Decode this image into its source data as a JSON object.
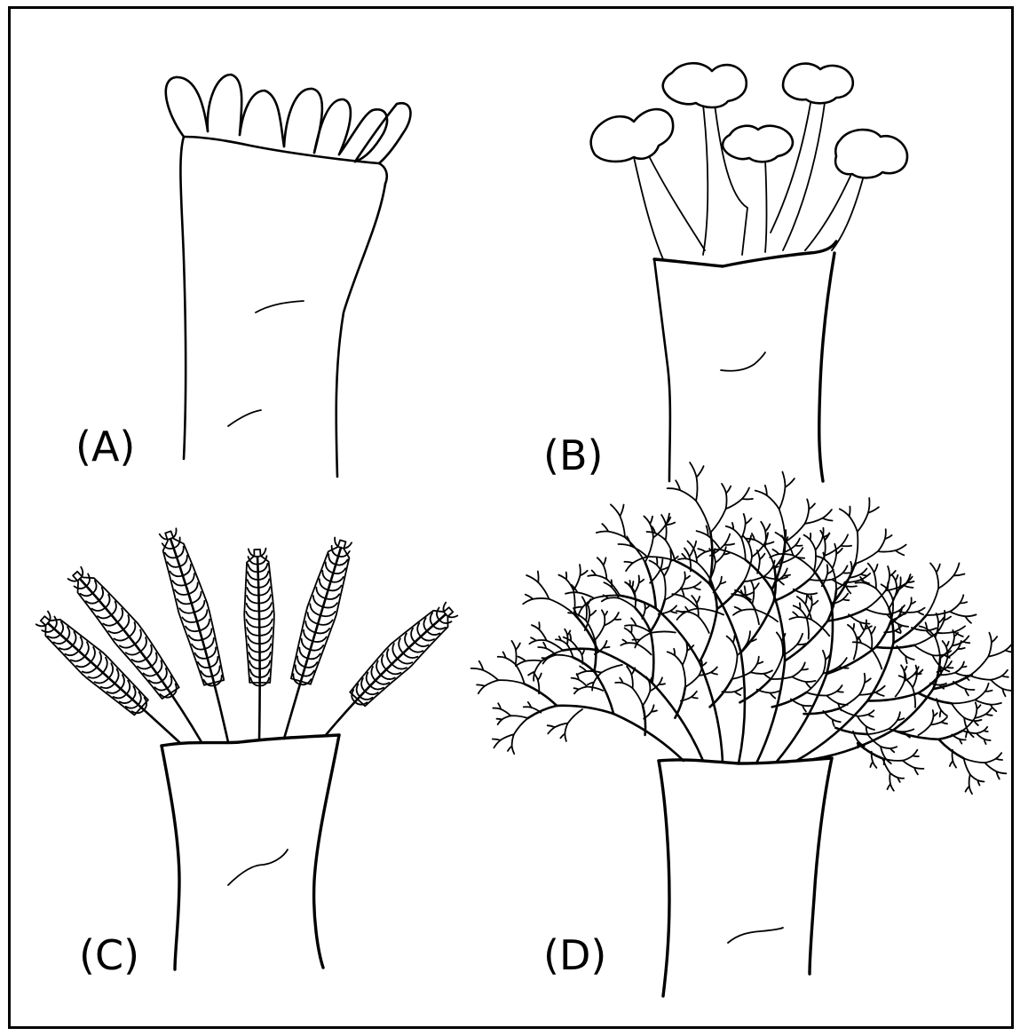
{
  "panels": [
    {
      "id": "A",
      "label": "(A)",
      "tentacles": "simple-finger"
    },
    {
      "id": "B",
      "label": "(B)",
      "tentacles": "capitate-knobbed"
    },
    {
      "id": "C",
      "label": "(C)",
      "tentacles": "pinnate-feathery"
    },
    {
      "id": "D",
      "label": "(D)",
      "tentacles": "dendritic-branching"
    }
  ],
  "colors": {
    "ink": "#000000",
    "background": "#ffffff",
    "border": "#000000"
  }
}
